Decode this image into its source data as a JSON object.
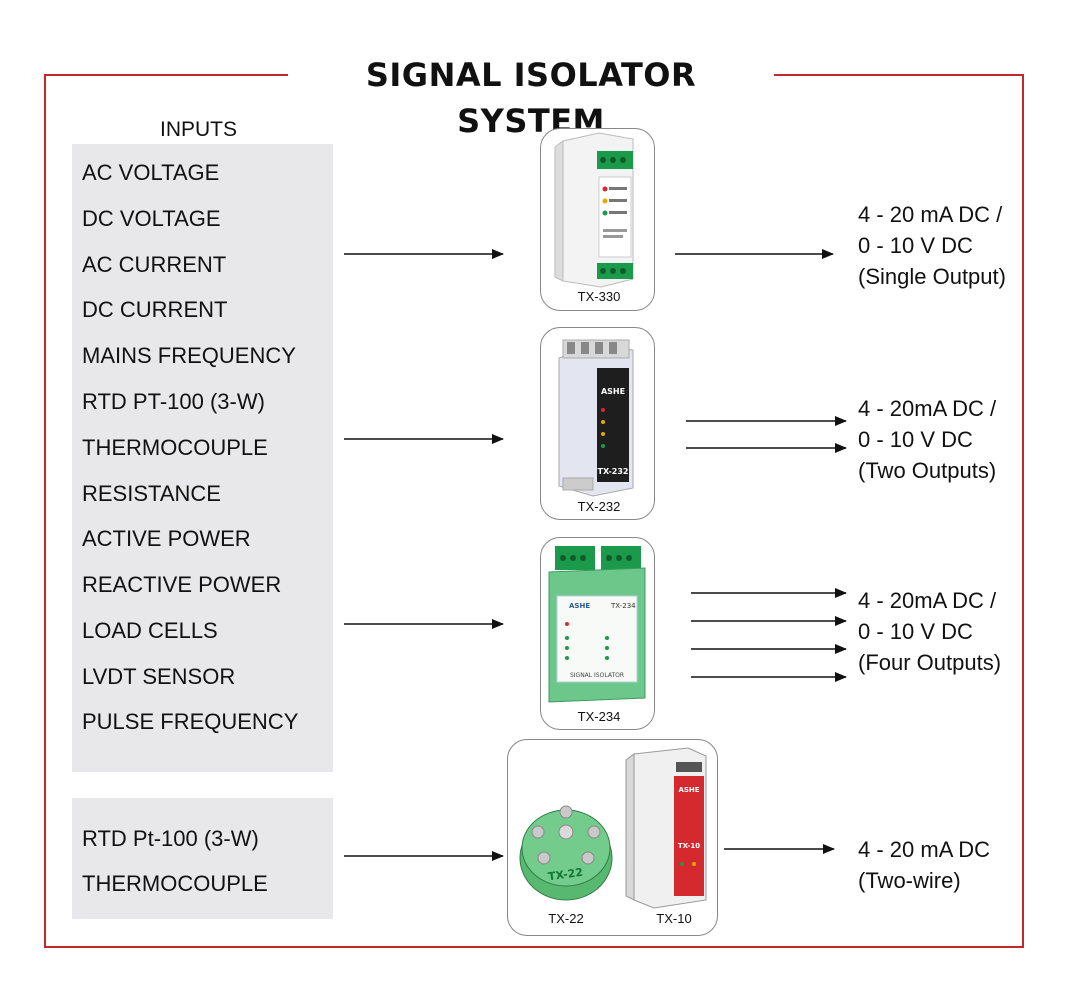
{
  "title": "SIGNAL ISOLATOR SYSTEM",
  "inputs_header": "INPUTS",
  "inputs": [
    "AC VOLTAGE",
    "DC VOLTAGE",
    "AC CURRENT",
    "DC CURRENT",
    "MAINS FREQUENCY",
    "RTD PT-100 (3-W)",
    "THERMOCOUPLE",
    "RESISTANCE",
    "ACTIVE POWER",
    "REACTIVE POWER",
    "LOAD CELLS",
    "LVDT SENSOR",
    "PULSE FREQUENCY"
  ],
  "inputs_secondary": [
    "RTD Pt-100 (3-W)",
    "THERMOCOUPLE"
  ],
  "devices": [
    {
      "label": "TX-330",
      "output_lines": [
        "4 - 20 mA DC /",
        "0 - 10 V DC",
        "(Single Output)"
      ],
      "outputs": 1
    },
    {
      "label": "TX-232",
      "output_lines": [
        "4 - 20mA DC /",
        "0 - 10 V DC",
        "(Two Outputs)"
      ],
      "outputs": 2
    },
    {
      "label": "TX-234",
      "output_lines": [
        "4 - 20mA DC /",
        "0 - 10 V DC",
        "(Four Outputs)"
      ],
      "outputs": 4
    },
    {
      "labels": [
        "TX-22",
        "TX-10"
      ],
      "output_lines": [
        "4 - 20 mA DC",
        "(Two-wire)"
      ],
      "outputs": 1
    }
  ],
  "device_text": {
    "tx232_brand": "ASHE",
    "tx232_model": "TX-232",
    "tx234_brand": "ASHE",
    "tx234_model": "TX-234",
    "tx234_caption": "SIGNAL ISOLATOR",
    "tx22_model": "TX-22",
    "tx10_model": "TX-10",
    "tx10_brand": "ASHE"
  },
  "colors": {
    "frame": "#c0282d",
    "panel": "#e8e8ea",
    "terminal_green": "#1a9a4a",
    "device_body": "#f2f2f2",
    "device_green_body": "#6cc78a",
    "tx10_red": "#d42a2f"
  }
}
